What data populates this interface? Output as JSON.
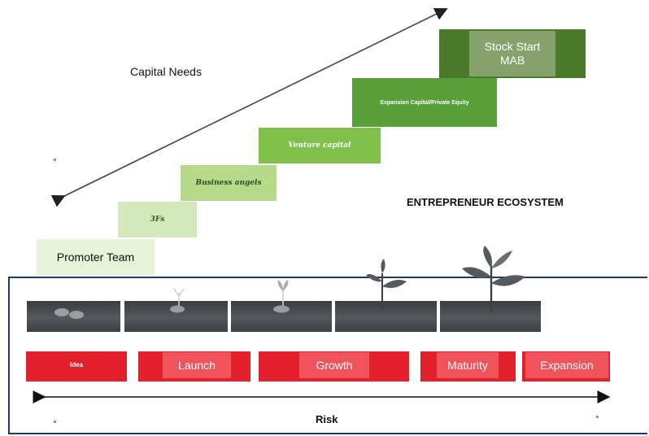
{
  "diagram": {
    "capital_needs_label": "Capital Needs",
    "ecosystem_title": "ENTREPRENEUR ECOSYSTEM",
    "risk_label": "Risk",
    "funding_steps": [
      "Promoter Team",
      "3Fs",
      "Business angels",
      "Venture capital",
      "Expansion Capital/Private Equity",
      "Stock Start MAB"
    ],
    "phases": [
      "Idea",
      "Launch",
      "Growth",
      "Maturity",
      "Expansion"
    ],
    "colors": {
      "phase_red": "#e4202c",
      "phase_label": "#f0535b",
      "step_1": "#e6f3d8",
      "step_2": "#d3e9bb",
      "step_3": "#b7d98b",
      "step_4": "#7fbf4a",
      "step_5": "#59a03a",
      "step_6": "#4a7a2a",
      "frame": "#1f3864"
    },
    "icons": [
      "seed-icon",
      "sprout-icon",
      "seedling-icon",
      "young-plant-icon",
      "plant-icon"
    ]
  }
}
